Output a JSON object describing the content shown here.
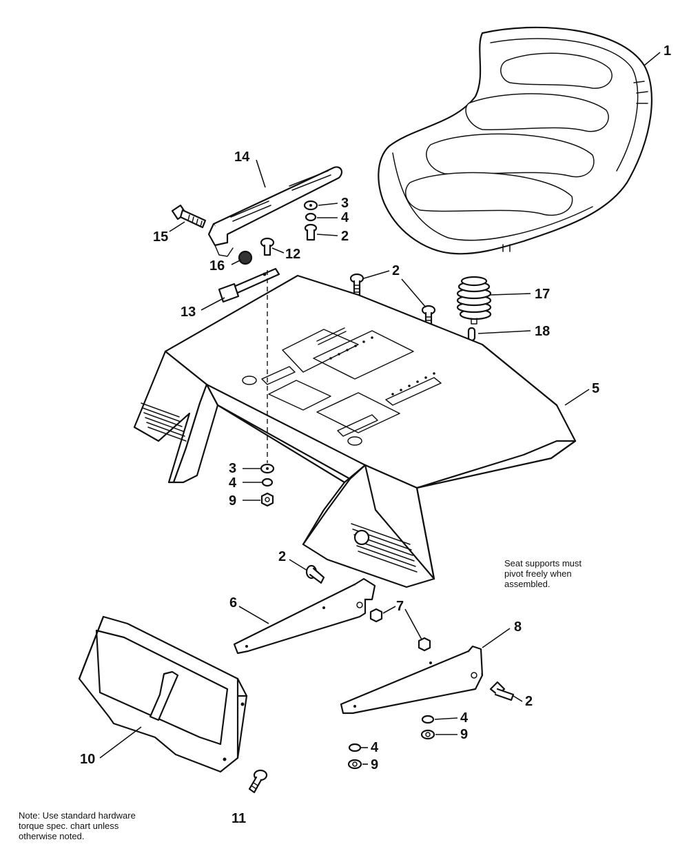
{
  "callouts": [
    {
      "id": "c1",
      "text": "1"
    },
    {
      "id": "c14",
      "text": "14"
    },
    {
      "id": "c3a",
      "text": "3"
    },
    {
      "id": "c4a",
      "text": "4"
    },
    {
      "id": "c2a",
      "text": "2"
    },
    {
      "id": "c15",
      "text": "15"
    },
    {
      "id": "c12",
      "text": "12"
    },
    {
      "id": "c16",
      "text": "16"
    },
    {
      "id": "c2b",
      "text": "2"
    },
    {
      "id": "c17",
      "text": "17"
    },
    {
      "id": "c13",
      "text": "13"
    },
    {
      "id": "c18",
      "text": "18"
    },
    {
      "id": "c5",
      "text": "5"
    },
    {
      "id": "c3b",
      "text": "3"
    },
    {
      "id": "c4b",
      "text": "4"
    },
    {
      "id": "c9a",
      "text": "9"
    },
    {
      "id": "c2c",
      "text": "2"
    },
    {
      "id": "c6",
      "text": "6"
    },
    {
      "id": "c7",
      "text": "7"
    },
    {
      "id": "c8",
      "text": "8"
    },
    {
      "id": "c2d",
      "text": "2"
    },
    {
      "id": "c4c",
      "text": "4"
    },
    {
      "id": "c9b",
      "text": "9"
    },
    {
      "id": "c10",
      "text": "10"
    },
    {
      "id": "c4d",
      "text": "4"
    },
    {
      "id": "c9c",
      "text": "9"
    },
    {
      "id": "c11",
      "text": "11"
    }
  ],
  "notes": {
    "pivot": "Seat supports must\npivot freely when\nassembled.",
    "torque": "Note: Use standard hardware\ntorque spec. chart unless\notherwise noted."
  },
  "colors": {
    "ink": "#111111",
    "paper": "#ffffff"
  }
}
